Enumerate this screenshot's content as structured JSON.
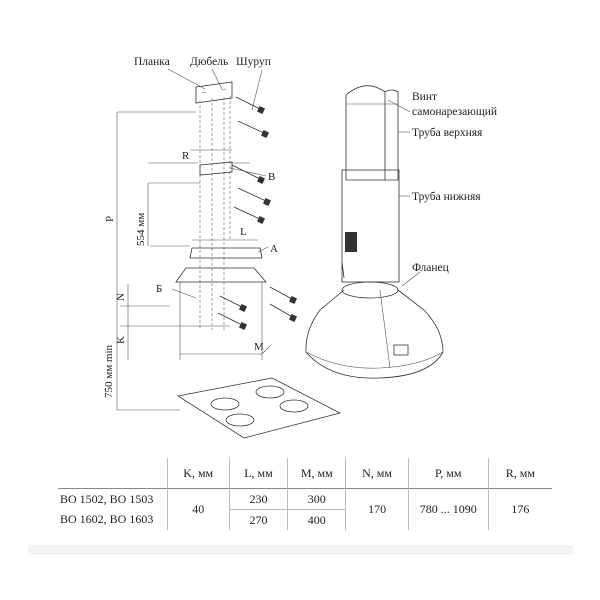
{
  "labels": {
    "planka": "Планка",
    "dubel": "Дюбель",
    "shurup": "Шуруп",
    "vint_1": "Винт",
    "vint_2": "самонарезающий",
    "truba_verh": "Труба верхняя",
    "truba_nizh": "Труба нижняя",
    "flanec": "Фланец",
    "R": "R",
    "B": "B",
    "L": "L",
    "A": "A",
    "Bcyr": "Б",
    "N": "N",
    "K": "K",
    "M": "M",
    "P": "P",
    "d554": "554 мм",
    "d750": "750 мм min"
  },
  "table": {
    "headers": [
      "",
      "K, мм",
      "L, мм",
      "M, мм",
      "N, мм",
      "P, мм",
      "R, мм"
    ],
    "rows": [
      {
        "model": "BO 1502, BO 1503",
        "L": "230",
        "M": "300"
      },
      {
        "model": "BO 1602, BO 1603",
        "L": "270",
        "M": "400"
      }
    ],
    "K": "40",
    "N": "170",
    "P": "780 ... 1090",
    "R": "176"
  }
}
